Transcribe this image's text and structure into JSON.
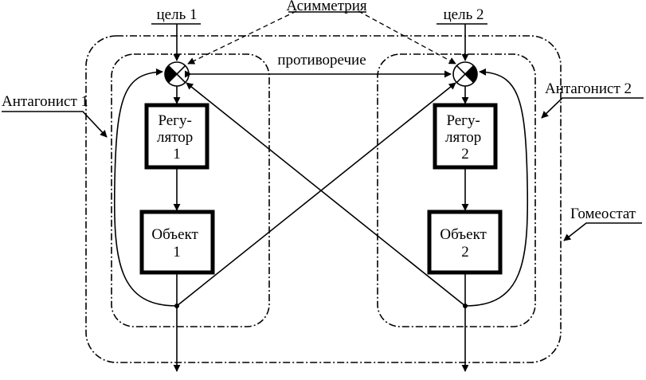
{
  "labels": {
    "goal1": "цель 1",
    "goal2": "цель 2",
    "asymmetry": "Асимметрия",
    "contradiction": "противоречие",
    "antagonist1": "Антагонист 1",
    "antagonist2": "Антагонист 2",
    "homeostat": "Гомеостат"
  },
  "blocks": {
    "regulator1": {
      "line1": "Регу-",
      "line2": "лятор",
      "line3": "1"
    },
    "regulator2": {
      "line1": "Регу-",
      "line2": "лятор",
      "line3": "2"
    },
    "object1": {
      "line1": "Объект",
      "line2": "1"
    },
    "object2": {
      "line1": "Объект",
      "line2": "2"
    }
  }
}
